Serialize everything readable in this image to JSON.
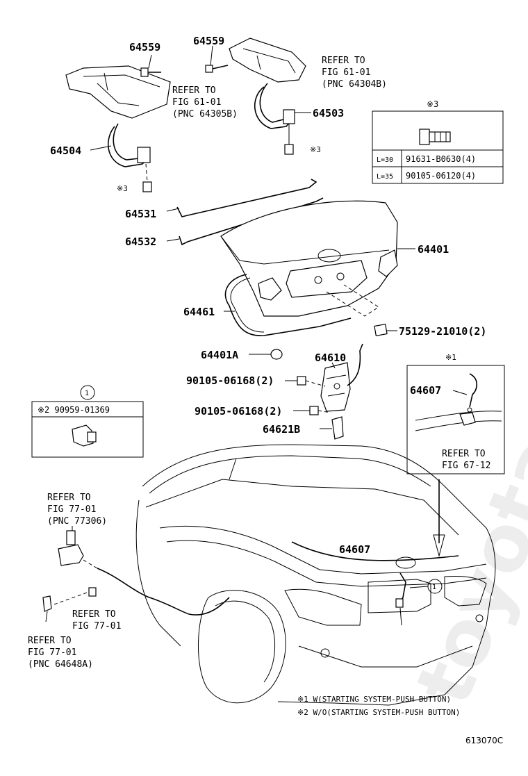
{
  "watermark": "toyota-parts.ru",
  "figure_number": "613070C",
  "labels": {
    "p64559a": "64559",
    "p64559b": "64559",
    "p64503": "64503",
    "p64504": "64504",
    "p64531": "64531",
    "p64532": "64532",
    "p64401": "64401",
    "p64461": "64461",
    "p75129": "75129-21010(2)",
    "p64401a": "64401A",
    "p64610": "64610",
    "p90105a": "90105-06168(2)",
    "p90105b": "90105-06168(2)",
    "p64621b": "64621B",
    "p64607a": "64607",
    "p64607b": "64607",
    "mark3a": "※3",
    "mark3b": "※3",
    "circle1": "1",
    "circle1b": "1",
    "circle1c": "1",
    "mark1": "※1"
  },
  "refs": {
    "ref6101b": [
      "REFER TO",
      "FIG 61-01",
      "(PNC 64304B)"
    ],
    "ref6101a": [
      "REFER TO",
      "FIG 61-01",
      "(PNC 64305B)"
    ],
    "ref6712": [
      "REFER TO",
      "FIG 67-12"
    ],
    "ref7701a": [
      "REFER TO",
      "FIG 77-01",
      "(PNC 77306)"
    ],
    "ref7701b": [
      "REFER TO",
      "FIG 77-01"
    ],
    "ref7701c": [
      "REFER TO",
      "FIG 77-01",
      "(PNC 64648A)"
    ]
  },
  "bolt_table": {
    "header": "※3",
    "rows": [
      {
        "length": "L=30",
        "part": "91631-B0630(4)"
      },
      {
        "length": "L=35",
        "part": "90105-06120(4)"
      }
    ]
  },
  "inset_table": {
    "part": "※2 90959-01369"
  },
  "notes": [
    "※1 W(STARTING SYSTEM-PUSH BUTTON)",
    "※2 W/O(STARTING SYSTEM-PUSH BUTTON)"
  ]
}
